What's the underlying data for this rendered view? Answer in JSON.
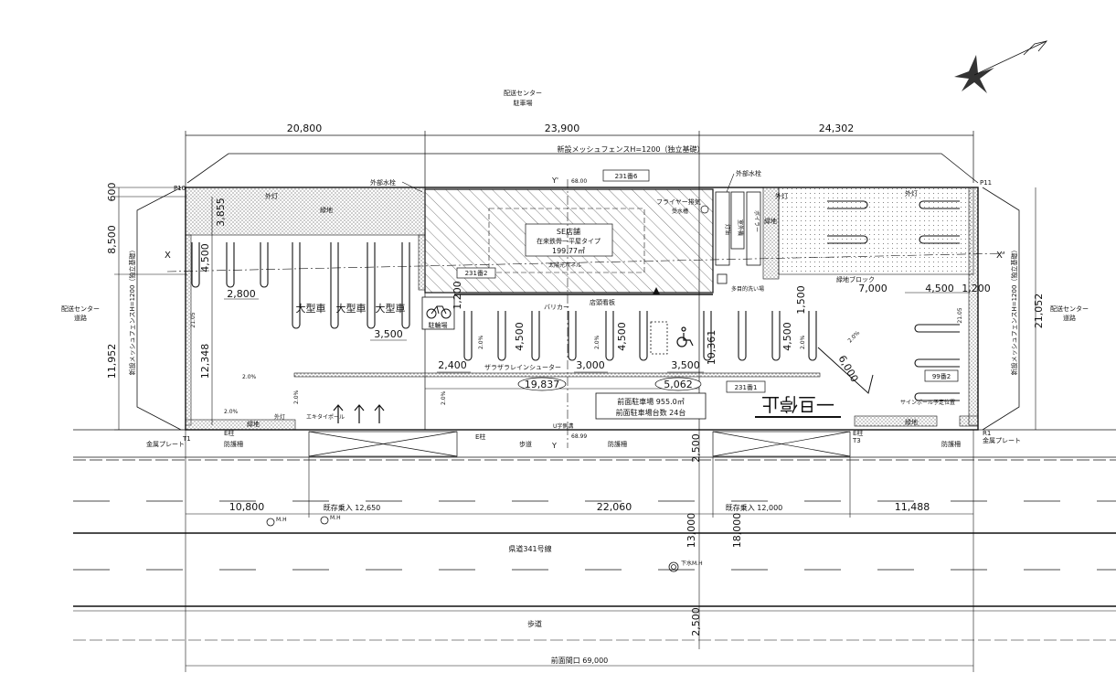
{
  "top_area": {
    "name": "配送センター",
    "sub": "駐車場"
  },
  "left_road": {
    "name": "配送センター",
    "sub": "道路"
  },
  "right_road": {
    "name": "配送センター",
    "sub": "道路"
  },
  "top_dims": [
    "20,800",
    "23,900",
    "24,302"
  ],
  "fence_top": "新設メッシュフェンスH=1200（独立基礎）",
  "fence_left": "新設メッシュフェンスH=1200（独立基礎）",
  "fence_right": "新設メッシュフェンスH=1200（独立基礎）",
  "left_dims": {
    "d600": "600",
    "d8500": "8,500",
    "d11952": "11,952",
    "d12348": "12,348",
    "d3855": "3,855",
    "d4500": "4,500",
    "d2105": "21.05"
  },
  "right_dims": {
    "d21052": "21,052",
    "d2105": "21.05"
  },
  "markers": {
    "p10": "P10",
    "p11": "P11",
    "t1": "T1",
    "t3": "T3",
    "x": "X",
    "xp": "X'",
    "y": "Y",
    "yp": "Y'",
    "r1": "R1",
    "e_pole1": "E柱",
    "e_pole2": "E柱",
    "e_pole3": "E柱"
  },
  "labels": {
    "outdoor_faucet_l": "外部水栓",
    "outdoor_faucet_r": "外部水栓",
    "outdoor_light1": "外灯",
    "outdoor_light2": "外灯",
    "outdoor_light3": "外灯",
    "green1": "緑地",
    "green2": "緑地",
    "green3": "緑地",
    "green4": "緑地",
    "elev1": "68.00",
    "elev2": "68.99",
    "tag1": "231番6",
    "tag2": "231番2",
    "tag3": "231番1",
    "tag4": "99番2",
    "building1": "SE店舗",
    "building2": "在来鉄骨一平屋タイプ",
    "building3": "199.77㎡",
    "solar": "太陽光パネル",
    "fryer": "フライヤー排気",
    "compressor": "室外機",
    "multipurpose": "多目的洗い場",
    "storage": "受水槽",
    "green_block": "緑地ブロック",
    "barricade": "バリカー",
    "shop_sign": "店頭看板",
    "bike_parking": "駐輪場",
    "big1": "大型車",
    "big2": "大型車",
    "big3": "大型車",
    "rain_shooter": "ザラザラレインシューター",
    "sign_pole": "サインポール予定位置",
    "ekitai": "エキタイポール",
    "metal_plate_l": "金属プレート",
    "metal_plate_r": "金属プレート",
    "guard1": "防護柵",
    "guard2": "防護柵",
    "guard3": "防護柵",
    "sidewalk1": "歩道",
    "sidewalk2": "歩道",
    "route": "県道341号線",
    "frontage": "前面間口 69,000",
    "mh1": "M.H",
    "mh2": "M.H",
    "mh3": "下水M.H",
    "existing_in1": "既存乗入 12,650",
    "existing_in2": "既存乗入 12,000",
    "parking_area": "前面駐車場 955.0㎡",
    "parking_count": "前面駐車場台数 24台",
    "road_text": "一旦停止",
    "storage_left": "灯油",
    "storage_mid": "ボイラー",
    "culvert": "U字側溝"
  },
  "slopes": {
    "s1": "2.0%",
    "s2": "2.0%",
    "s3": "2.0%",
    "s4": "2.0%",
    "s5": "2.0%",
    "s6": "2.0%",
    "s7": "2.0%",
    "s8": "2.0%"
  },
  "inner_dims": {
    "d2800": "2,800",
    "d3500a": "3,500",
    "d2400": "2,400",
    "d19837": "19,837",
    "d3000": "3,000",
    "d3500b": "3,500",
    "d5062": "5,062",
    "d10361": "10,361",
    "d4500a": "4,500",
    "d4500b": "4,500",
    "d4500c": "4,500",
    "d1500": "1,500",
    "d1200a": "1,200",
    "d1200b": "1,200",
    "d7000": "7,000",
    "d4500r": "4,500",
    "d6000": "6,000"
  },
  "bottom_dims": {
    "d10800": "10,800",
    "d22060": "22,060",
    "d11488": "11,488",
    "d2500a": "2,500",
    "d2500b": "2,500",
    "d13000": "13,000",
    "d18000": "18,000"
  },
  "colors": {
    "line": "#111111",
    "hatch": "#444444",
    "dots": "#777777"
  }
}
